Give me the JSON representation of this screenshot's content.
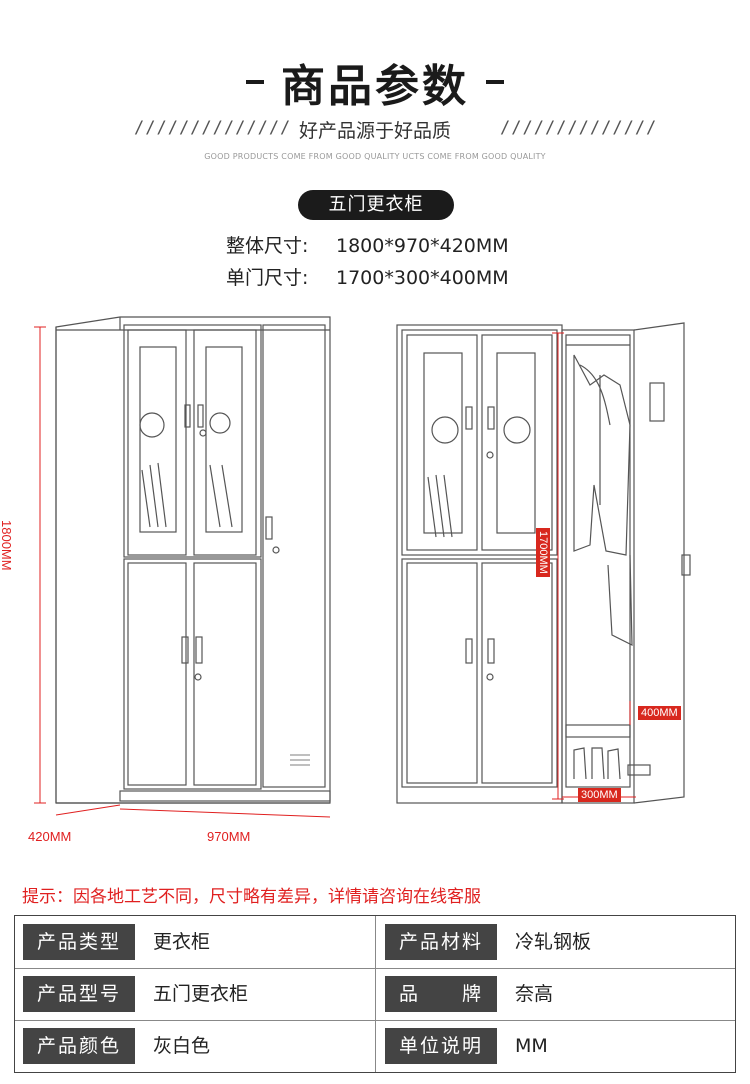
{
  "header": {
    "title": "商品参数",
    "slogan": "好产品源于好品质",
    "slashes": "//////////////",
    "subline": "GOOD PRODUCTS COME FROM GOOD QUALITY  UCTS COME FROM GOOD QUALITY"
  },
  "product_badge": "五门更衣柜",
  "specs": [
    {
      "label": "整体尺寸:",
      "value": "1800*970*420MM"
    },
    {
      "label": "单门尺寸:",
      "value": "1700*300*400MM"
    }
  ],
  "dimensions": {
    "height_total": "1800MM",
    "depth": "420MM",
    "width": "970MM",
    "door_height": "1700MM",
    "door_depth": "400MM",
    "door_width": "300MM"
  },
  "note": "提示：因各地工艺不同，尺寸略有差异，详情请咨询在线客服",
  "table": {
    "rows": [
      [
        {
          "label": "产品类型",
          "value": "更衣柜"
        },
        {
          "label": "产品材料",
          "value": "冷轧钢板"
        }
      ],
      [
        {
          "label": "产品型号",
          "value": "五门更衣柜"
        },
        {
          "label": "品　　牌",
          "value": "奈高"
        }
      ],
      [
        {
          "label": "产品颜色",
          "value": "灰白色"
        },
        {
          "label": "单位说明",
          "value": "MM"
        }
      ]
    ]
  }
}
